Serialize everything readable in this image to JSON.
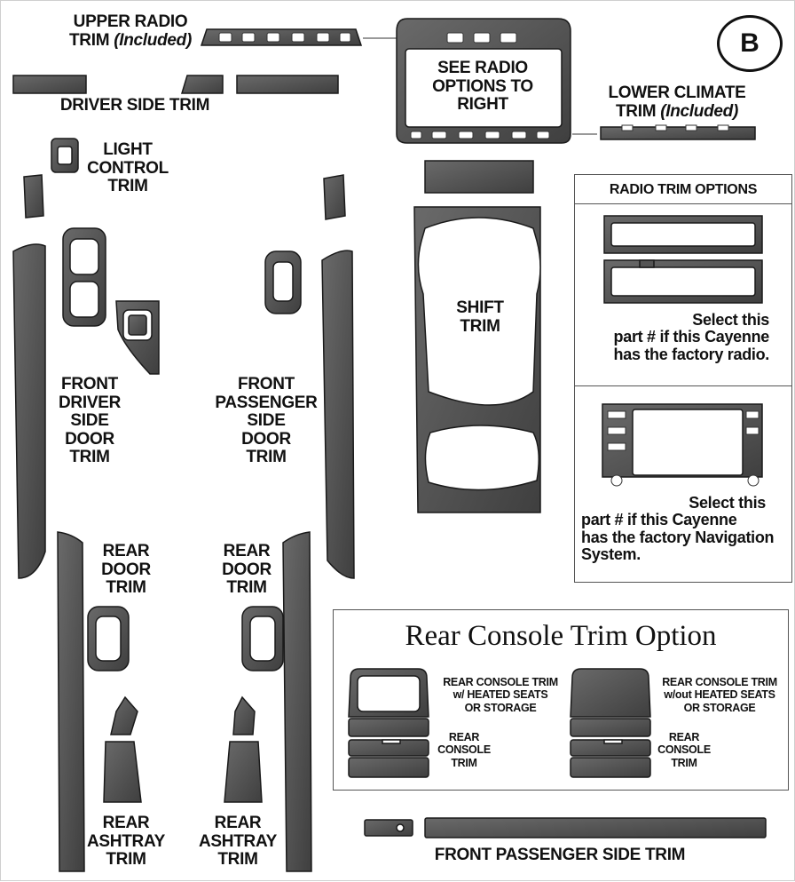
{
  "badge": "B",
  "labels": {
    "upper_radio": {
      "line1": "UPPER RADIO",
      "line2": "TRIM",
      "note": "(Included)"
    },
    "driver_side_trim": "DRIVER SIDE TRIM",
    "see_radio": [
      "SEE RADIO",
      "OPTIONS TO",
      "RIGHT"
    ],
    "lower_climate": {
      "line1": "LOWER CLIMATE",
      "line2": "TRIM",
      "note": "(Included)"
    },
    "light_control": [
      "LIGHT",
      "CONTROL",
      "TRIM"
    ],
    "shift_trim": [
      "SHIFT",
      "TRIM"
    ],
    "front_driver": [
      "FRONT",
      "DRIVER",
      "SIDE",
      "DOOR",
      "TRIM"
    ],
    "front_passenger": [
      "FRONT",
      "PASSENGER",
      "SIDE",
      "DOOR",
      "TRIM"
    ],
    "rear_door_left": [
      "REAR",
      "DOOR",
      "TRIM"
    ],
    "rear_door_right": [
      "REAR",
      "DOOR",
      "TRIM"
    ],
    "rear_ashtray_left": [
      "REAR",
      "ASHTRAY",
      "TRIM"
    ],
    "rear_ashtray_right": [
      "REAR",
      "ASHTRAY",
      "TRIM"
    ],
    "front_passenger_side_trim": "FRONT PASSENGER SIDE TRIM"
  },
  "radio_options": {
    "title": "RADIO TRIM OPTIONS",
    "factory_radio": [
      "Select this",
      "part # if this Cayenne",
      "has the factory radio."
    ],
    "factory_nav": [
      "Select this",
      "part # if this Cayenne",
      "has the factory Navigation",
      "System."
    ]
  },
  "rear_console": {
    "title": "Rear Console Trim Option",
    "with_heated": [
      "REAR CONSOLE TRIM",
      "w/ HEATED SEATS",
      "OR STORAGE"
    ],
    "without_heated": [
      "REAR CONSOLE TRIM",
      "w/out HEATED SEATS",
      "OR STORAGE"
    ],
    "console_left": [
      "REAR",
      "CONSOLE",
      "TRIM"
    ],
    "console_right": [
      "REAR",
      "CONSOLE",
      "TRIM"
    ]
  },
  "colors": {
    "part_fill": "#555555",
    "part_stroke": "#1a1a1a",
    "text": "#111111",
    "background": "#ffffff"
  }
}
